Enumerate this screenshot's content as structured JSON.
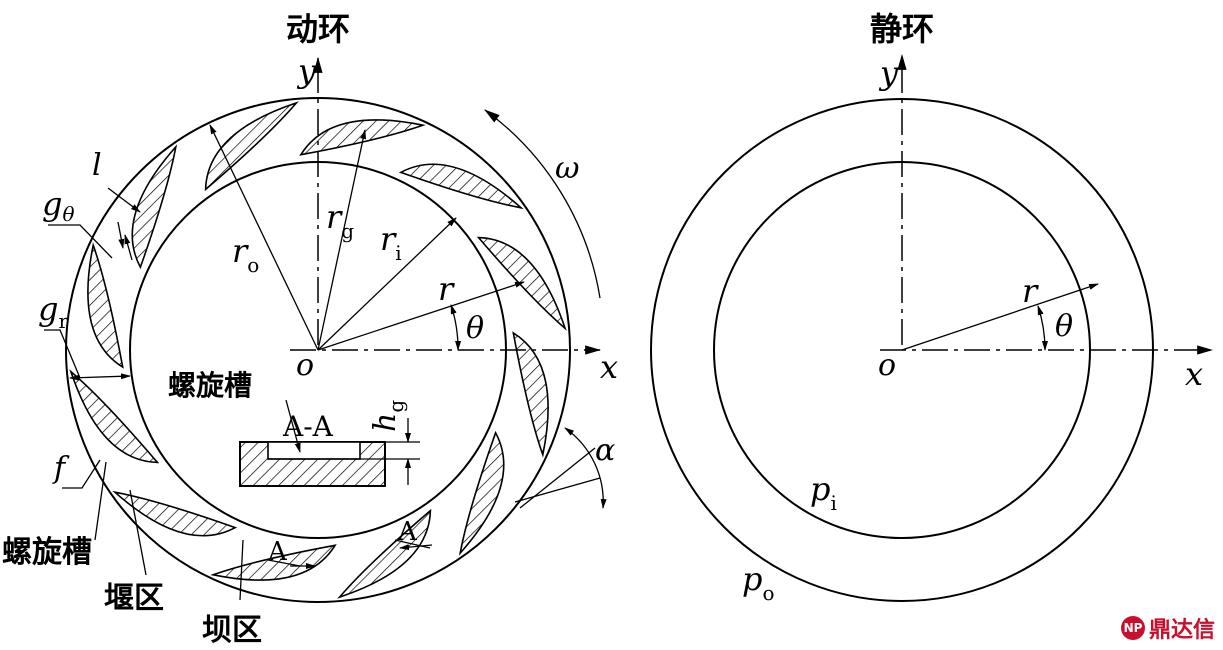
{
  "left_ring": {
    "title": "动环",
    "axis_x": "x",
    "axis_y": "y",
    "origin": "o",
    "r_o": {
      "main": "r",
      "sub": "o"
    },
    "r_g": {
      "main": "r",
      "sub": "g"
    },
    "r_i": {
      "main": "r",
      "sub": "i"
    },
    "r": "r",
    "theta": "θ",
    "omega": "ω",
    "alpha": "α",
    "l": "l",
    "g_theta": {
      "main": "g",
      "sub": "θ"
    },
    "g_r": {
      "main": "g",
      "sub": "r"
    },
    "f": "f",
    "h_g": {
      "main": "h",
      "sub": "g"
    },
    "section_title": "螺旋槽",
    "section_label": "A-A",
    "section_mark_1": "A",
    "section_mark_2": "A",
    "label_groove": "螺旋槽",
    "label_weir": "堰区",
    "label_dam": "坝区",
    "groove_count": 12
  },
  "right_ring": {
    "title": "静环",
    "axis_x": "x",
    "axis_y": "y",
    "origin": "o",
    "r": "r",
    "theta": "θ",
    "p_i": {
      "main": "p",
      "sub": "i"
    },
    "p_o": {
      "main": "p",
      "sub": "o"
    }
  },
  "watermark": {
    "text": "鼎达信",
    "badge": "NP"
  },
  "colors": {
    "ink": "#000000",
    "watermark": "#c8102e"
  }
}
